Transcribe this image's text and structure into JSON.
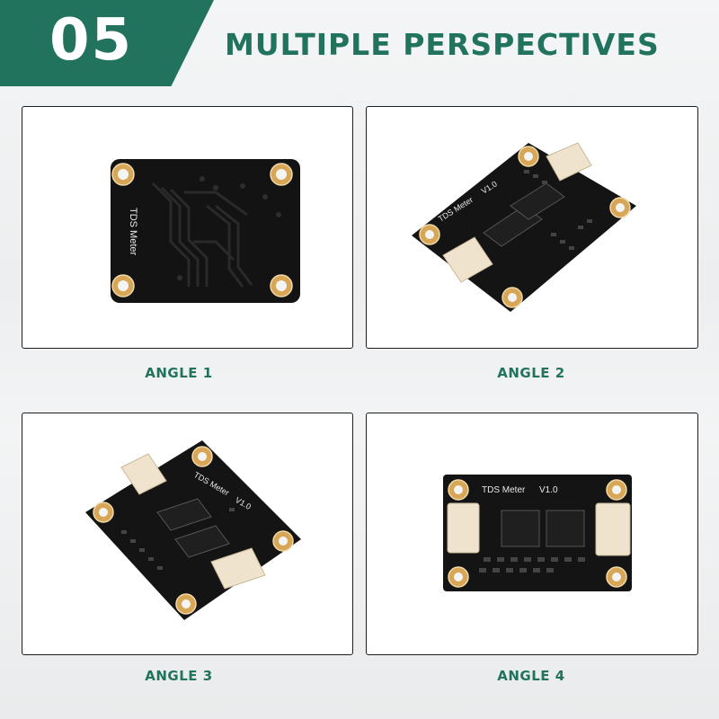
{
  "header": {
    "number": "05",
    "title": "MULTIPLE PERSPECTIVES"
  },
  "board": {
    "label": "TDS Meter",
    "version": "V1.0"
  },
  "panels": [
    {
      "caption": "ANGLE 1"
    },
    {
      "caption": "ANGLE 2"
    },
    {
      "caption": "ANGLE 3"
    },
    {
      "caption": "ANGLE 4"
    }
  ],
  "colors": {
    "accent": "#21735d",
    "pcb": "#141414",
    "pad": "#d7a657",
    "connector": "#efe3cd"
  }
}
